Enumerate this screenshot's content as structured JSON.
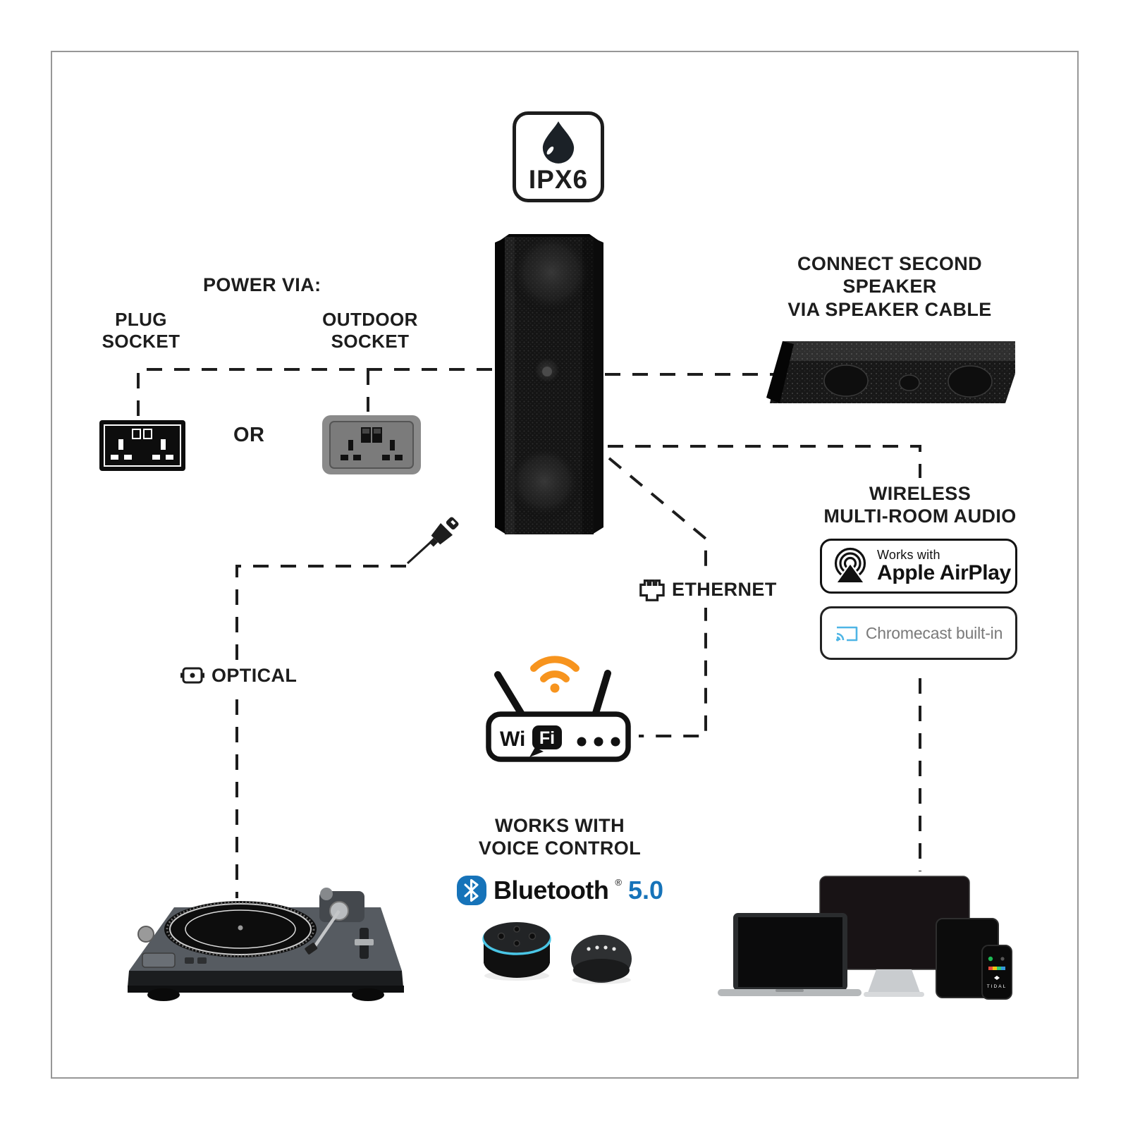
{
  "colors": {
    "line_black": "#1d1d1d",
    "accent_orange": "#F7941E",
    "bluetooth_blue": "#1673B9",
    "chromecast_blue": "#4FB5E5",
    "chromecast_gray": "#7a7a7a",
    "echo_ring_blue": "#4AC6E6"
  },
  "ipx6": {
    "label": "IPX6"
  },
  "power": {
    "title": "POWER VIA:",
    "plug": {
      "line1": "PLUG",
      "line2": "SOCKET"
    },
    "outdoor": {
      "line1": "OUTDOOR",
      "line2": "SOCKET"
    },
    "or": "OR"
  },
  "second_speaker": {
    "line1": "CONNECT SECOND SPEAKER",
    "line2": "VIA SPEAKER CABLE"
  },
  "wireless": {
    "line1": "WIRELESS",
    "line2": "MULTI-ROOM AUDIO",
    "airplay_small": "Works with",
    "airplay_big": "Apple AirPlay",
    "chromecast": "Chromecast built-in"
  },
  "ethernet": {
    "label": "ETHERNET"
  },
  "optical": {
    "label": "OPTICAL"
  },
  "router": {
    "wi": "Wi",
    "fi": "Fi"
  },
  "voice": {
    "line1": "WORKS WITH",
    "line2": "VOICE CONTROL",
    "bluetooth": "Bluetooth",
    "reg": "®",
    "version": "5.0"
  },
  "phone": {
    "app": "TIDAL"
  }
}
